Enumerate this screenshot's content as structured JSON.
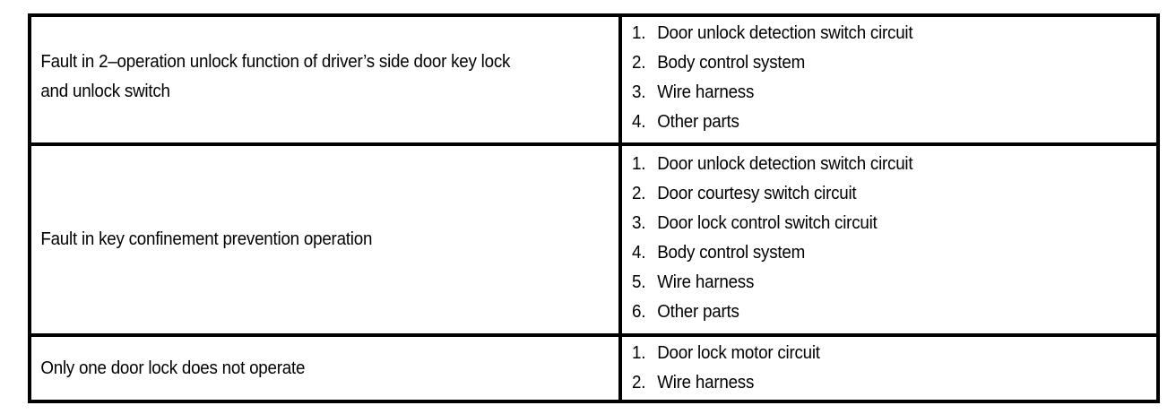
{
  "document": {
    "type": "diagnostic-symptom-table",
    "background_color": "#ffffff",
    "text_color": "#000000",
    "border_color": "#000000"
  },
  "table": {
    "columns": [
      {
        "key": "symptom",
        "header_visible": false
      },
      {
        "key": "possible_causes",
        "header_visible": false
      }
    ],
    "rows": [
      {
        "symptom": "Fault in 2–operation unlock function of driver’s side door key lock\nand unlock switch",
        "causes": [
          {
            "num": "1.",
            "label": "Door unlock detection switch circuit"
          },
          {
            "num": "2.",
            "label": "Body control system"
          },
          {
            "num": "3.",
            "label": "Wire harness"
          },
          {
            "num": "4.",
            "label": "Other parts"
          }
        ]
      },
      {
        "symptom": "Fault in key confinement prevention operation",
        "causes": [
          {
            "num": "1.",
            "label": "Door unlock detection switch circuit"
          },
          {
            "num": "2.",
            "label": "Door courtesy switch circuit"
          },
          {
            "num": "3.",
            "label": "Door lock control switch circuit"
          },
          {
            "num": "4.",
            "label": "Body control system"
          },
          {
            "num": "5.",
            "label": "Wire harness"
          },
          {
            "num": "6.",
            "label": "Other parts"
          }
        ]
      },
      {
        "symptom": "Only one door lock does not operate",
        "causes": [
          {
            "num": "1.",
            "label": "Door lock motor circuit"
          },
          {
            "num": "2.",
            "label": "Wire harness"
          }
        ]
      }
    ]
  }
}
